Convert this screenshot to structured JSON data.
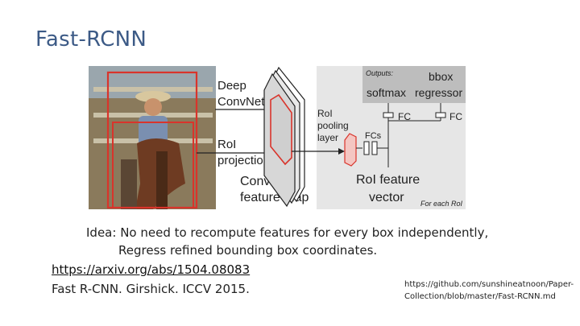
{
  "slide": {
    "title": "Fast-RCNN",
    "caption_line1": "Idea: No need to recompute features for every box independently,",
    "caption_line2": "Regress refined bounding box coordinates.",
    "paper_link": "https://arxiv.org/abs/1504.08083",
    "citation": "Fast R-CNN. Girshick. ICCV 2015.",
    "reference_line1": "https://github.com/sunshineatnoon/Paper-",
    "reference_line2": "Collection/blob/master/Fast-RCNN.md"
  },
  "diagram": {
    "deep_convnet": [
      "Deep",
      "ConvNet"
    ],
    "roi_projection": [
      "RoI",
      "projection"
    ],
    "conv_feature_map": [
      "Conv",
      "feature map"
    ],
    "roi_pooling_layer": [
      "RoI",
      "pooling",
      "layer"
    ],
    "fcs": "FCs",
    "outputs": "Outputs:",
    "softmax": "softmax",
    "bbox_regressor": [
      "bbox",
      "regressor"
    ],
    "fc_left": "FC",
    "fc_right": "FC",
    "roi_feature_vector": [
      "RoI feature",
      "vector"
    ],
    "for_each_roi": "For each RoI"
  },
  "colors": {
    "title": "#3c5a86",
    "roi_box": "#d9342b",
    "gray_panel": "#e6e6e6"
  }
}
